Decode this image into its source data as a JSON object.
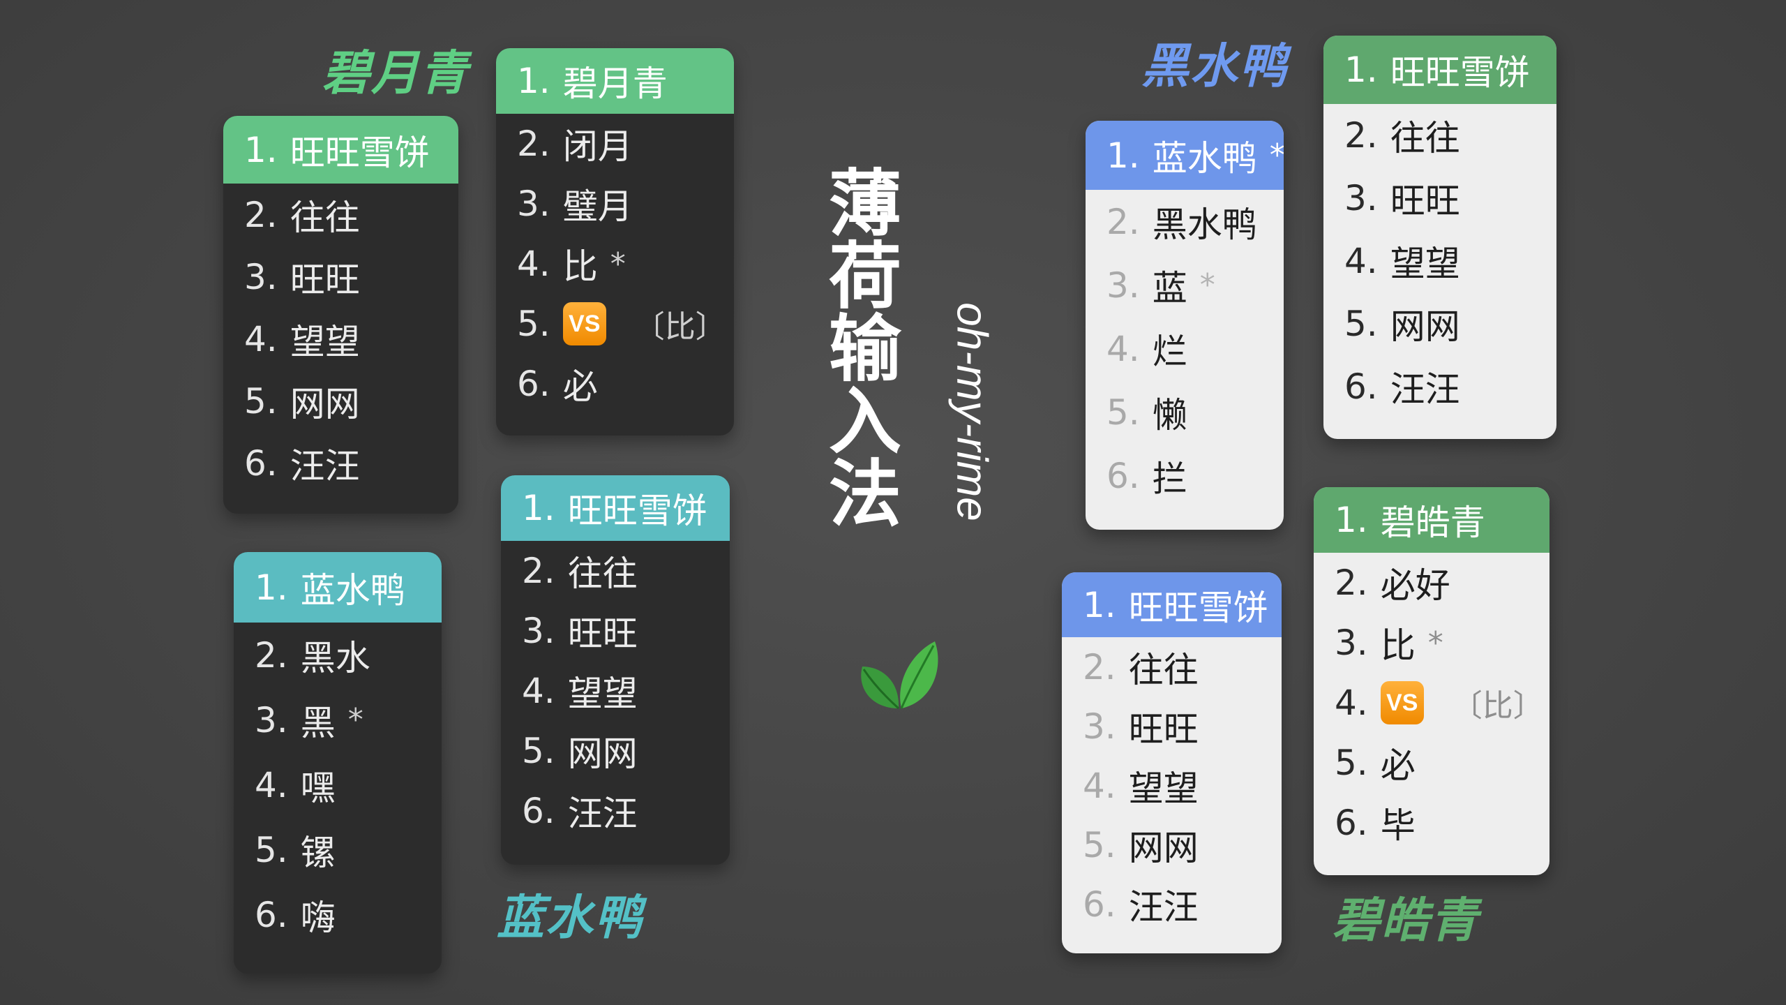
{
  "colors": {
    "green": "#63c386",
    "teal": "#5bbcc1",
    "blue": "#6e96ea",
    "forest": "#5fa86e",
    "title_green": "#5fcf84",
    "title_teal": "#54c1c7",
    "title_blue": "#6f9af0",
    "title_forest": "#5fb06f"
  },
  "center": {
    "chars": [
      "薄",
      "荷",
      "输",
      "入",
      "法"
    ],
    "subtitle": "oh-my-rime",
    "logo_icon": "mint-leaf-icon"
  },
  "themes": {
    "biyueqing": {
      "title": "碧月青",
      "panel_a": [
        {
          "num": "1.",
          "text": "旺旺雪饼"
        },
        {
          "num": "2.",
          "text": "往往"
        },
        {
          "num": "3.",
          "text": "旺旺"
        },
        {
          "num": "4.",
          "text": "望望"
        },
        {
          "num": "5.",
          "text": "网网"
        },
        {
          "num": "6.",
          "text": "汪汪"
        }
      ],
      "panel_b": [
        {
          "num": "1.",
          "text": "碧月青"
        },
        {
          "num": "2.",
          "text": "闭月"
        },
        {
          "num": "3.",
          "text": "璧月"
        },
        {
          "num": "4.",
          "text": "比",
          "star": "*"
        },
        {
          "num": "5.",
          "badge": "VS",
          "comment": "〔比〕"
        },
        {
          "num": "6.",
          "text": "必"
        }
      ]
    },
    "lanshuiya": {
      "title": "蓝水鸭",
      "panel_a": [
        {
          "num": "1.",
          "text": "蓝水鸭"
        },
        {
          "num": "2.",
          "text": "黑水"
        },
        {
          "num": "3.",
          "text": "黑",
          "star": "*"
        },
        {
          "num": "4.",
          "text": "嘿"
        },
        {
          "num": "5.",
          "text": "镙"
        },
        {
          "num": "6.",
          "text": "嗨"
        }
      ],
      "panel_b": [
        {
          "num": "1.",
          "text": "旺旺雪饼"
        },
        {
          "num": "2.",
          "text": "往往"
        },
        {
          "num": "3.",
          "text": "旺旺"
        },
        {
          "num": "4.",
          "text": "望望"
        },
        {
          "num": "5.",
          "text": "网网"
        },
        {
          "num": "6.",
          "text": "汪汪"
        }
      ]
    },
    "heishuiya": {
      "title": "黑水鸭",
      "panel_a": [
        {
          "num": "1.",
          "text": "蓝水鸭",
          "star": "*"
        },
        {
          "num": "2.",
          "text": "黑水鸭"
        },
        {
          "num": "3.",
          "text": "蓝",
          "star": "*"
        },
        {
          "num": "4.",
          "text": "烂"
        },
        {
          "num": "5.",
          "text": "懒"
        },
        {
          "num": "6.",
          "text": "拦"
        }
      ],
      "panel_b": [
        {
          "num": "1.",
          "text": "旺旺雪饼"
        },
        {
          "num": "2.",
          "text": "往往"
        },
        {
          "num": "3.",
          "text": "旺旺"
        },
        {
          "num": "4.",
          "text": "望望"
        },
        {
          "num": "5.",
          "text": "网网"
        },
        {
          "num": "6.",
          "text": "汪汪"
        }
      ]
    },
    "bihaoqing": {
      "title": "碧皓青",
      "panel_a": [
        {
          "num": "1.",
          "text": "旺旺雪饼"
        },
        {
          "num": "2.",
          "text": "往往"
        },
        {
          "num": "3.",
          "text": "旺旺"
        },
        {
          "num": "4.",
          "text": "望望"
        },
        {
          "num": "5.",
          "text": "网网"
        },
        {
          "num": "6.",
          "text": "汪汪"
        }
      ],
      "panel_b": [
        {
          "num": "1.",
          "text": "碧皓青"
        },
        {
          "num": "2.",
          "text": "必好"
        },
        {
          "num": "3.",
          "text": "比",
          "star": "*"
        },
        {
          "num": "4.",
          "badge": "VS",
          "comment": "〔比〕"
        },
        {
          "num": "5.",
          "text": "必"
        },
        {
          "num": "6.",
          "text": "毕"
        }
      ]
    }
  }
}
